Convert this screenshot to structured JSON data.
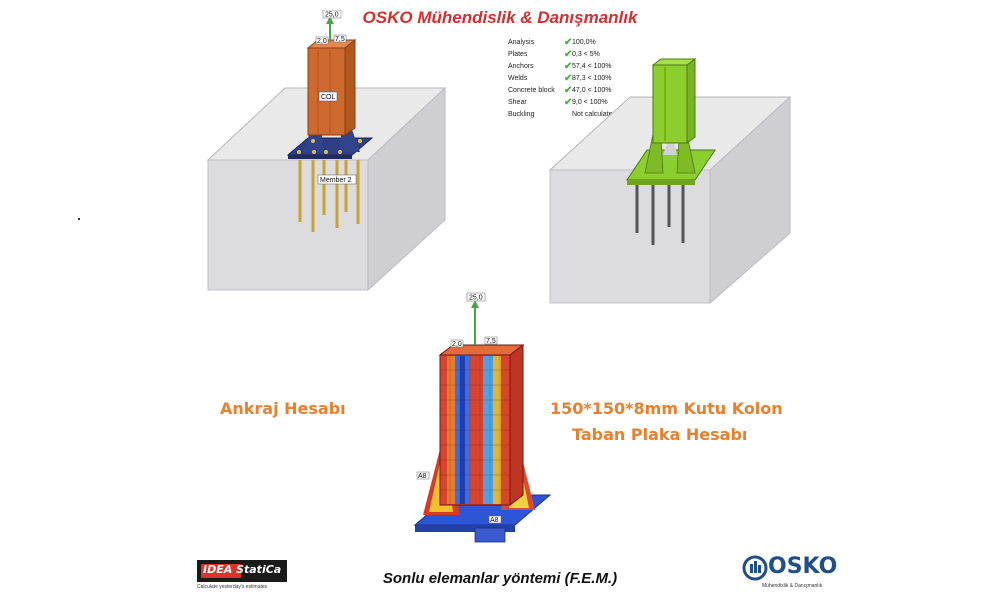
{
  "header": {
    "title": "OSKO Mühendislik & Danışmanlık",
    "title_color": "#d32f2f"
  },
  "check_results": [
    {
      "label": "Analysis",
      "value": "100,0%",
      "status_icon": "check-icon"
    },
    {
      "label": "Plates",
      "value": "0,3 < 5%",
      "status_icon": "check-icon"
    },
    {
      "label": "Anchors",
      "value": "57,4 < 100%",
      "status_icon": "check-icon"
    },
    {
      "label": "Welds",
      "value": "87,3 < 100%",
      "status_icon": "check-icon"
    },
    {
      "label": "Concrete block",
      "value": "47,0 < 100%",
      "status_icon": "check-icon"
    },
    {
      "label": "Shear",
      "value": "9,0 < 100%",
      "status_icon": "check-icon"
    },
    {
      "label": "Buckling",
      "value": "Not calculated",
      "status_icon": ""
    }
  ],
  "model_left": {
    "member_col_label": "COL",
    "member_2_label": "Member 2",
    "load_tag": "25,0",
    "moment_tag_1": "2,0",
    "moment_tag_2": "7,5",
    "column_color": "#cf6a2e",
    "plate_color": "#2f3f86"
  },
  "model_right": {
    "column_color": "#8ccf2c"
  },
  "model_fem": {
    "load_tag": "25,0",
    "moment_tag_1": "2,0",
    "moment_tag_2": "7,5",
    "side_tag": "A8",
    "base_tag": "A8"
  },
  "labels": {
    "anchor_calc": "Ankraj Hesabı",
    "column_line1": "150*150*8mm Kutu Kolon",
    "column_line2": "Taban Plaka Hesabı",
    "caption": "Sonlu elemanlar yöntemi (F.E.M.)",
    "accent_color": "#e8802e"
  },
  "logos": {
    "idea_brand": "IDEA StatiCa",
    "idea_tagline": "Calculate yesterday's estimates",
    "osko_brand": "OSKO",
    "osko_tagline": "Mühendislik & Danışmanlık"
  }
}
